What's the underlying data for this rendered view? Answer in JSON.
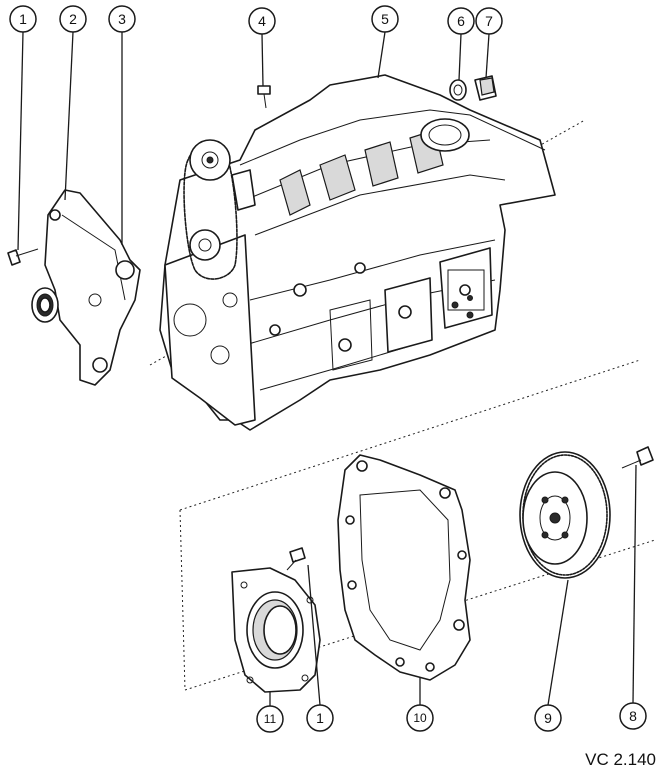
{
  "callouts": [
    {
      "id": "c1a",
      "label": "1"
    },
    {
      "id": "c2",
      "label": "2"
    },
    {
      "id": "c3",
      "label": "3"
    },
    {
      "id": "c4",
      "label": "4"
    },
    {
      "id": "c5",
      "label": "5"
    },
    {
      "id": "c6",
      "label": "6"
    },
    {
      "id": "c7",
      "label": "7"
    },
    {
      "id": "c11",
      "label": "11"
    },
    {
      "id": "c1b",
      "label": "1"
    },
    {
      "id": "c10",
      "label": "10"
    },
    {
      "id": "c9",
      "label": "9"
    },
    {
      "id": "c8",
      "label": "8"
    }
  ],
  "figure_ref": "VC 2.140"
}
